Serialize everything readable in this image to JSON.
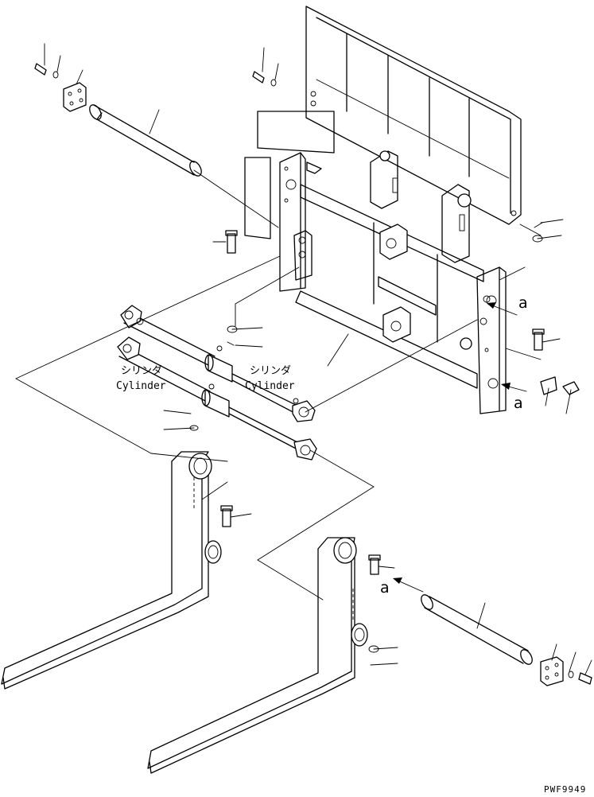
{
  "labels": {
    "cylinder_jp_left": "シリンダ",
    "cylinder_en_left": "Cylinder",
    "cylinder_jp_right": "シリンダ",
    "cylinder_en_right": "Cylinder",
    "view_arrow_a": "a",
    "drawing_code": "PWF9949"
  }
}
